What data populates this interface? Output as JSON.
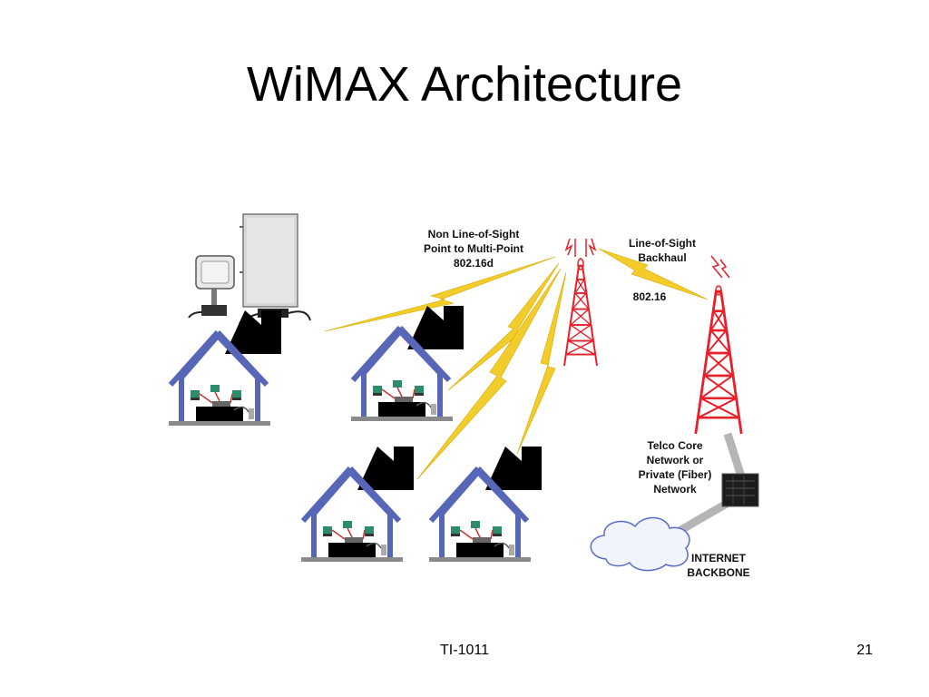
{
  "slide": {
    "title": "WiMAX Architecture",
    "footer_center": "TI-1011",
    "page_number": "21"
  },
  "diagram": {
    "label_nlos_line1": "Non Line-of-Sight",
    "label_nlos_line2": "Point to Multi-Point",
    "label_nlos_line3": "802.16d",
    "label_los_line1": "Line-of-Sight",
    "label_los_line2": "Backhaul",
    "label_backhaul_std": "802.16",
    "label_telco_line1": "Telco Core",
    "label_telco_line2": "Network or",
    "label_telco_line3": "Private (Fiber)",
    "label_telco_line4": "Network",
    "label_internet_line1": "INTERNET",
    "label_internet_line2": "BACKBONE",
    "colors": {
      "house_outline": "#5866b8",
      "roof_black": "#000000",
      "lightning": "#f2cc2a",
      "tower": "#e8202a",
      "connector": "#b5b5b5",
      "cloud_outline": "#5a6cc8"
    }
  }
}
